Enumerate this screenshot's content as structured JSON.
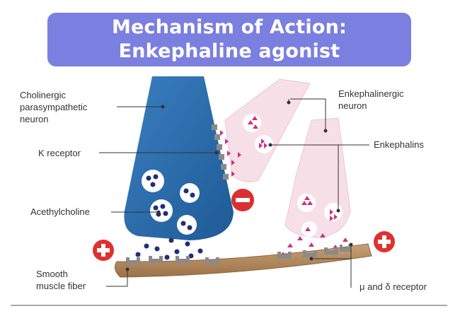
{
  "title": {
    "line1": "Mechanism of Action:",
    "line2": "Enkephaline agonist"
  },
  "labels": {
    "cholinergic": [
      "Cholinergic",
      "parasympathetic",
      "neuron"
    ],
    "kappa_receptor": "Κ  receptor",
    "acetylcholine": "Acethylcholine",
    "smooth_muscle": [
      "Smooth",
      "muscle fiber"
    ],
    "enkephalinergic": [
      "Enkephalinergic",
      "neuron"
    ],
    "enkephalins": "Enkephalins",
    "mu_delta_receptor": "μ and δ receptor"
  },
  "colors": {
    "title_bg": "#7b7fe0",
    "cholinergic_neuron": "#2a6aa8",
    "enkephalinergic_neuron": "#f7dfe8",
    "acetylcholine_dot": "#1f2f7a",
    "enkephalin_triangle": "#d0307a",
    "muscle_fiber": "#b58a5e",
    "receptor": "#8a8a8a",
    "inhibit_sign": "#d93030",
    "excite_sign": "#e03030"
  },
  "icons": {
    "minus": "minus-sign-icon",
    "plus": "plus-sign-icon"
  }
}
